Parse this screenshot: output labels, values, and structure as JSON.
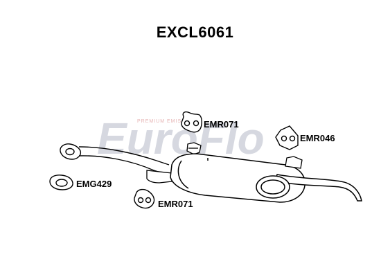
{
  "title": "EXCL6061",
  "watermark": {
    "brand": "EuroFlo",
    "tagline": "PREMIUM EMISSIONS"
  },
  "parts": [
    {
      "code": "EMR071",
      "component": "rubber hanger"
    },
    {
      "code": "EMR046",
      "component": "rubber hanger"
    },
    {
      "code": "EMG429",
      "component": "gasket"
    },
    {
      "code": "EMR071",
      "component": "rubber hanger"
    }
  ],
  "colors": {
    "outline": "#000000",
    "fill": "#ffffff",
    "watermark": "#c9ccd6",
    "watermark_red": "#e6b3b3"
  }
}
